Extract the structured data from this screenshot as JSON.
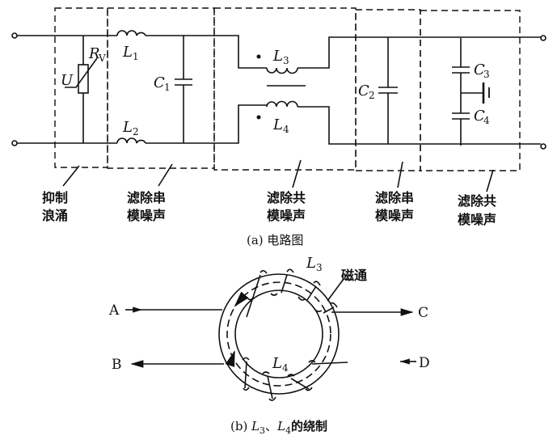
{
  "circuit": {
    "components": {
      "varistor": {
        "label": "R",
        "sub": "V",
        "voltage_label": "U"
      },
      "L1": {
        "label": "L",
        "sub": "1"
      },
      "L2": {
        "label": "L",
        "sub": "2"
      },
      "C1": {
        "label": "C",
        "sub": "1"
      },
      "L3": {
        "label": "L",
        "sub": "3"
      },
      "L4": {
        "label": "L",
        "sub": "4"
      },
      "C2": {
        "label": "C",
        "sub": "2"
      },
      "C3": {
        "label": "C",
        "sub": "3"
      },
      "C4": {
        "label": "C",
        "sub": "4"
      }
    },
    "sections": [
      {
        "line1": "抑制",
        "line2": "浪涌"
      },
      {
        "line1": "滤除串",
        "line2": "模噪声"
      },
      {
        "line1": "滤除共",
        "line2": "模噪声"
      },
      {
        "line1": "滤除串",
        "line2": "模噪声"
      },
      {
        "line1": "滤除共",
        "line2": "模噪声"
      }
    ],
    "caption": "(a) 电路图"
  },
  "winding": {
    "terminals": {
      "A": "A",
      "B": "B",
      "C": "C",
      "D": "D"
    },
    "L3": {
      "label": "L",
      "sub": "3"
    },
    "L4": {
      "label": "L",
      "sub": "4"
    },
    "flux_label": "磁通",
    "caption_prefix": "(b) ",
    "caption_l3": "L",
    "caption_l3_sub": "3",
    "caption_sep": "、",
    "caption_l4": "L",
    "caption_l4_sub": "4",
    "caption_suffix": "的绕制"
  }
}
